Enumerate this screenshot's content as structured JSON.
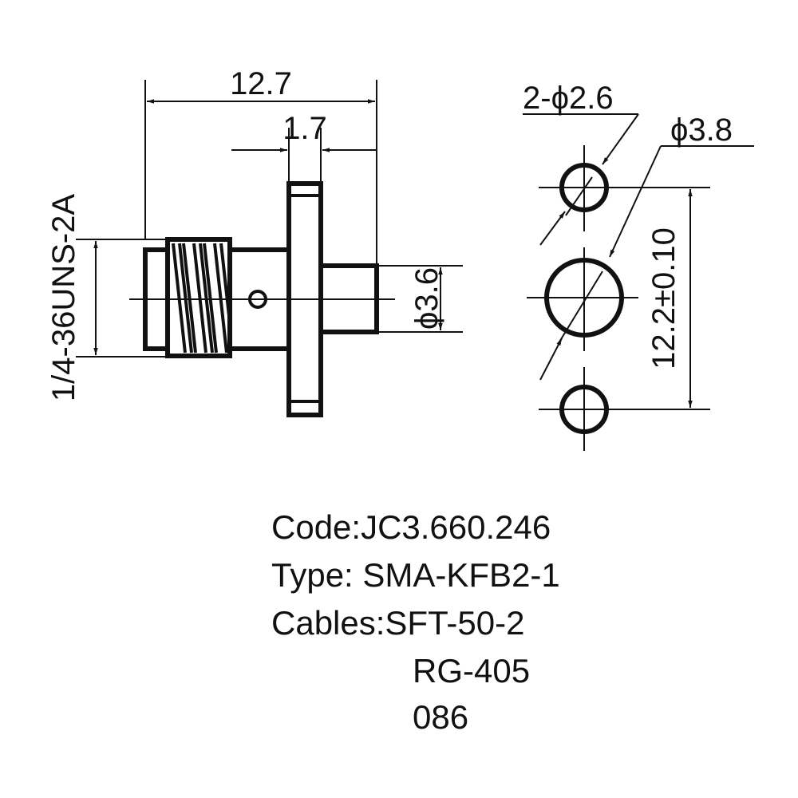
{
  "dimensions": {
    "overall_length": "12.7",
    "flange_thickness": "1.7",
    "thread_spec": "1/4-36UNS-2A",
    "pin_diameter": "ϕ3.6",
    "mount_holes": "2-ϕ2.6",
    "center_hole": "ϕ3.8",
    "hole_spacing": "12.2±0.10"
  },
  "info": {
    "code": "Code:JC3.660.246",
    "type": "Type: SMA-KFB2-1",
    "cables_line1": "Cables:SFT-50-2",
    "cables_line2": "RG-405",
    "cables_line3": "086"
  },
  "colors": {
    "ink": "#111111",
    "background": "#ffffff"
  }
}
